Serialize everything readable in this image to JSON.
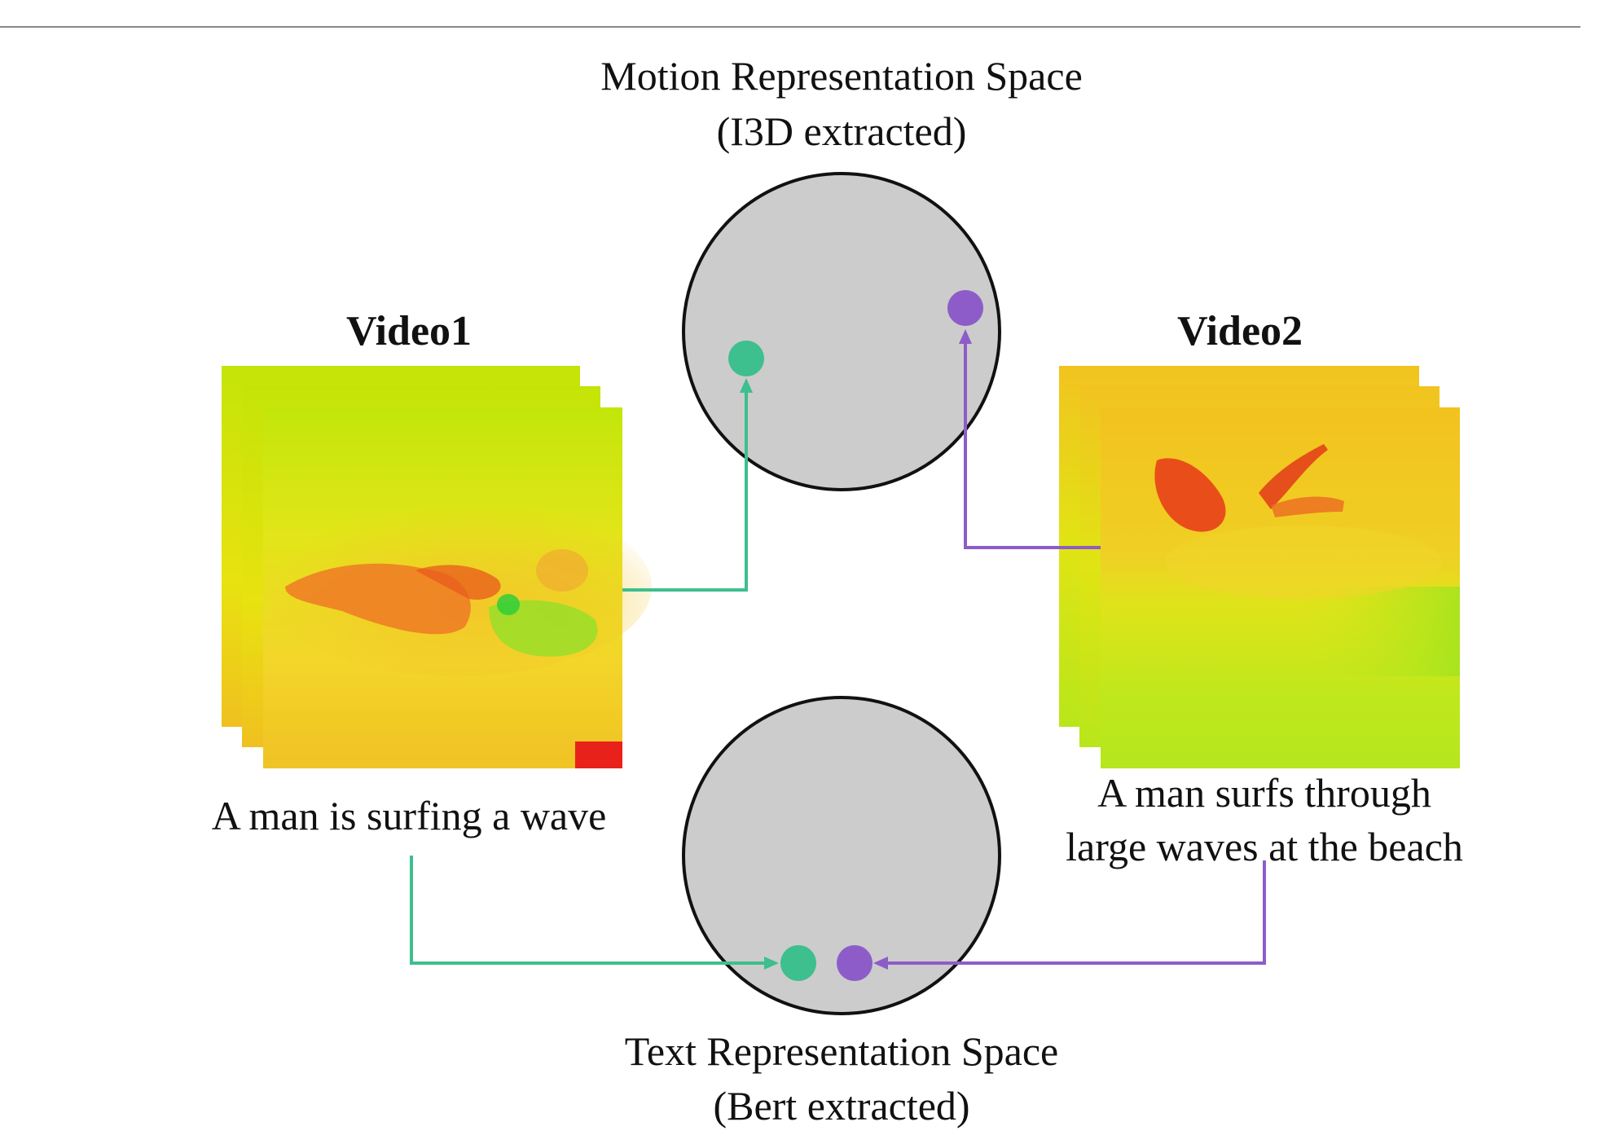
{
  "motion_space": {
    "title_line1": "Motion Representation Space",
    "title_line2": "(I3D extracted)"
  },
  "text_space": {
    "title_line1": "Text Representation Space",
    "title_line2": "(Bert extracted)"
  },
  "video1": {
    "title": "Video1",
    "caption": "A man is surfing a wave"
  },
  "video2": {
    "title": "Video2",
    "caption_line1": "A man surfs through",
    "caption_line2": "large waves at the beach"
  },
  "colors": {
    "video1_link": "#3dbf8e",
    "video2_link": "#8e5cc8",
    "space_fill": "#cccccc",
    "space_stroke": "#111111",
    "top_rule": "#888888"
  }
}
